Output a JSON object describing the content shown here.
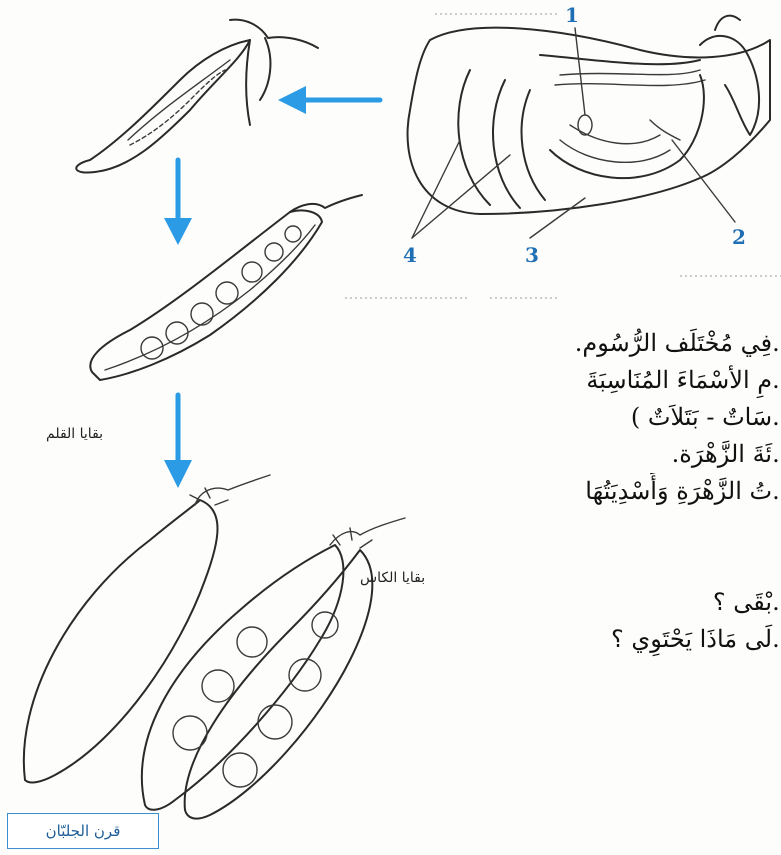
{
  "labels": {
    "part_1": "1",
    "part_2": "2",
    "part_3": "3",
    "part_4": "4"
  },
  "captions": {
    "remains_style": "بقايا القلم",
    "remains_calyx": "بقايا الكاس",
    "title": "قرن الجلبّان"
  },
  "text_lines": [
    "...فِي مُخْتَلَف الرُّسُوم.",
    "...مِ الأسْمَاءَ المُنَاسِبَةَ",
    "...سَاتٌ - بَتَلاَتٌ )",
    "...ئَةَ الزَّهْرَة.",
    "...تُ الزَّهْرَةِ وَأَسْدِيَتُهَا",
    "",
    "",
    "...بْقَى ؟",
    "...لَى مَاذَا يَحْتَوِي ؟"
  ],
  "colors": {
    "arrow": "#2b9be6",
    "number_labels": "#1f6fb5",
    "title_border": "#3a8fd0"
  }
}
